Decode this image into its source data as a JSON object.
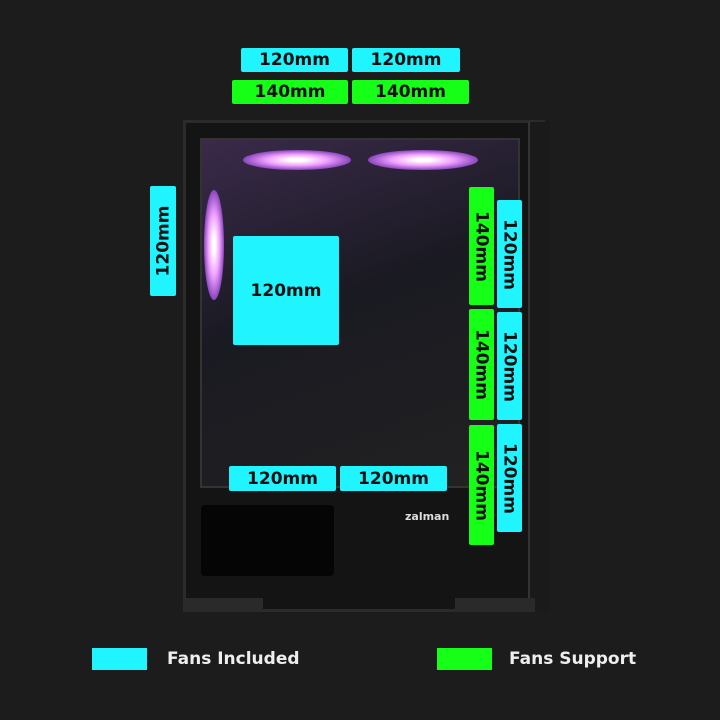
{
  "colors": {
    "fans_included": "#1ff4ff",
    "fans_support": "#16ff16",
    "background": "#1c1c1c"
  },
  "top": {
    "included": [
      "120mm",
      "120mm"
    ],
    "support": [
      "140mm",
      "140mm"
    ]
  },
  "rear": {
    "included": "120mm"
  },
  "cpu_area": {
    "included": "120mm"
  },
  "bottom": {
    "included": [
      "120mm",
      "120mm"
    ]
  },
  "front": {
    "support": [
      "140mm",
      "140mm",
      "140mm"
    ],
    "included": [
      "120mm",
      "120mm",
      "120mm"
    ]
  },
  "brand_logo": "zalman",
  "legend": {
    "included": "Fans Included",
    "support": "Fans Support"
  }
}
